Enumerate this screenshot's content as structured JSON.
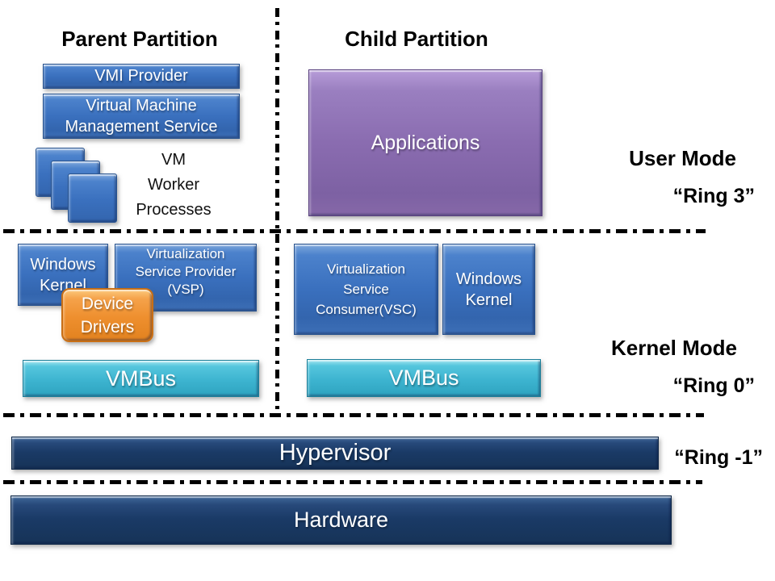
{
  "titles": {
    "parent": "Parent Partition",
    "child": "Child Partition"
  },
  "parent": {
    "vmi_provider": "VMI Provider",
    "vmms": [
      "Virtual Machine",
      "Management Service"
    ],
    "vm_worker": [
      "VM",
      "Worker",
      "Processes"
    ],
    "windows_kernel": [
      "Windows",
      "Kernel"
    ],
    "vsp": [
      "Virtualization",
      "Service Provider",
      "(VSP)"
    ],
    "device_drivers": [
      "Device",
      "Drivers"
    ],
    "vmbus": "VMBus"
  },
  "child": {
    "applications": "Applications",
    "vsc": [
      "Virtualization",
      "Service",
      "Consumer(VSC)"
    ],
    "windows_kernel": [
      "Windows",
      "Kernel"
    ],
    "vmbus": "VMBus"
  },
  "rings": {
    "user_mode": "User Mode",
    "ring3": "“Ring 3”",
    "kernel_mode": "Kernel Mode",
    "ring0": "“Ring 0”",
    "ring_minus1": "“Ring -1”"
  },
  "layers": {
    "hypervisor": "Hypervisor",
    "hardware": "Hardware"
  },
  "colors": {
    "box_blue": "#3a70be",
    "box_purple": "#8a6cb0",
    "box_cyan": "#3db4d0",
    "box_orange": "#ee8f2e",
    "bar_navy": "#1a3a66",
    "line_black": "#000000",
    "background": "#ffffff"
  }
}
